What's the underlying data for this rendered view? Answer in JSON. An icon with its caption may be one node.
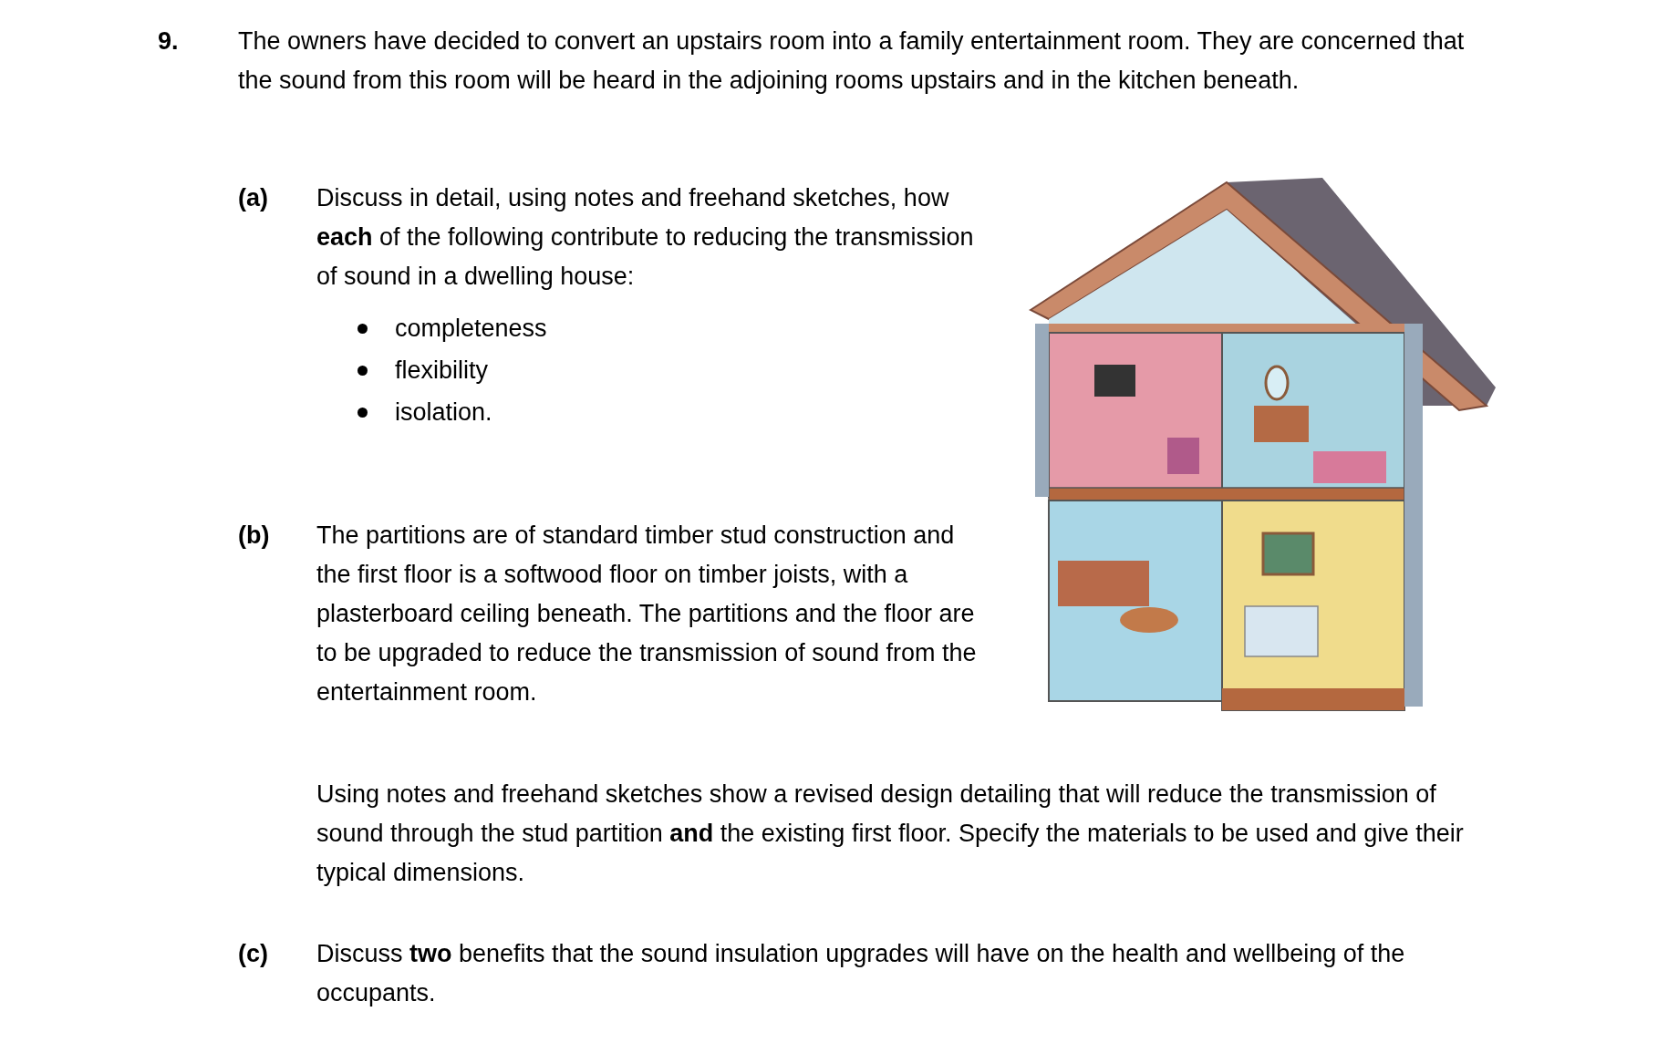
{
  "diagram": {
    "labels": [
      "9.",
      "The owners have decided to convert an upstairs room into a family entertainment room. They are concerned that the sound from this room will be heard in the adjoining rooms upstairs and in the kitchen beneath.",
      "(a)",
      "Discuss in detail, using notes and freehand sketches, how **each** of the following contribute to reducing the transmission of sound in a dwelling house:",
      "completeness",
      "flexibility",
      "isolation.",
      "(b)",
      "The partitions are of standard timber stud construction and the first floor is a softwood floor on timber joists, with a plasterboard ceiling beneath.  The partitions and the floor are to be upgraded to reduce the transmission of sound from the entertainment room.",
      "Using notes and freehand sketches show a revised design detailing that will reduce the transmission of sound through the stud partition **and** the existing first floor. Specify the materials to be used and give their typical dimensions.",
      "(c)",
      "Discuss **two** benefits that the sound insulation upgrades will have on the health and wellbeing of the occupants."
    ]
  }
}
